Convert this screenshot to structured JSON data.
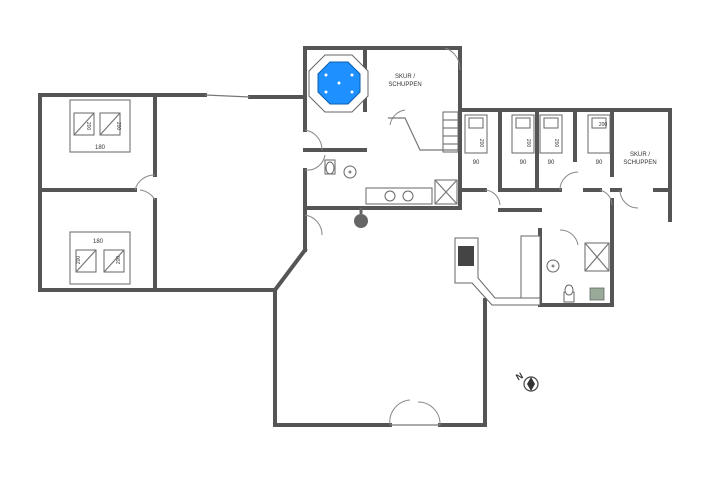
{
  "rooms": {
    "bedroom_top_bed_label": "180",
    "bedroom_top_bed_side_a": "200",
    "bedroom_top_bed_side_b": "200",
    "bedroom_bottom_bed_label": "180",
    "bedroom_bottom_bed_side_a": "200",
    "bedroom_bottom_bed_side_b": "200",
    "bunk1_top": "200",
    "bunk1_bottom": "90",
    "bunk2_top": "200",
    "bunk2_bottom": "90",
    "bunk3_top": "200",
    "bunk3_bottom": "90",
    "bunk4_top": "200",
    "bunk4_bottom": "90",
    "shed_top_line1": "SKUR /",
    "shed_top_line2": "SCHUPPEN",
    "shed_right_line1": "SKUR /",
    "shed_right_line2": "SCHUPPEN"
  },
  "compass": {
    "label": "N"
  },
  "colors": {
    "wall": "#555555",
    "pool": "#1e90ff",
    "background": "#ffffff"
  }
}
